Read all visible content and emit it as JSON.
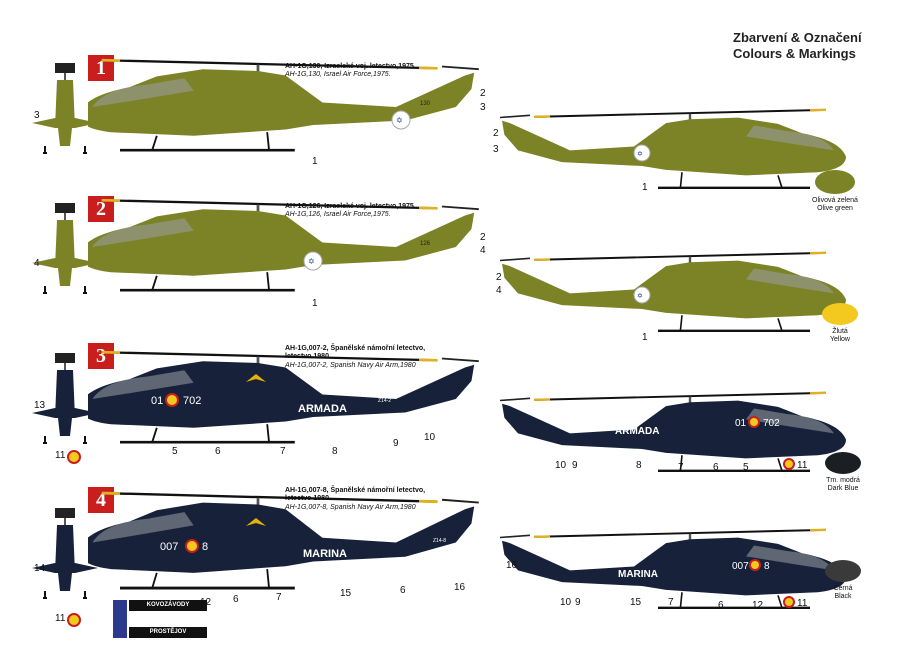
{
  "header": {
    "title_cz": "Zbarvení & Označení",
    "title_en": "Colours & Markings"
  },
  "colors": {
    "olive": "#7c8226",
    "navy": "#17223a",
    "yellow": "#f3c81f",
    "red_badge": "#c81e1e",
    "black": "#3a3a3a",
    "dark_blue": "#1b1f24"
  },
  "profiles": [
    {
      "badge": "1",
      "caption_cz": "AH-1G,130, Izraelské voj. letectvo,1975.",
      "caption_en": "AH-1G,130, Israel Air Force,1975.",
      "tail_code": "130"
    },
    {
      "badge": "2",
      "caption_cz": "AH-1G,126, Izraelské voj. letectvo,1975.",
      "caption_en": "AH-1G,126, Israel Air Force,1975.",
      "tail_code": "126"
    },
    {
      "badge": "3",
      "caption_cz": "AH-1G,007-2, Španělské námořní letectvo,\nletectvo 1980.",
      "caption_en": "AH-1G,007-2, Spanish Navy Air Arm,1980",
      "nose_left": "01",
      "nose_right": "702",
      "boom_text": "ARMADA",
      "tail_code": "Z14-2"
    },
    {
      "badge": "4",
      "caption_cz": "AH-1G,007-8, Španělské námořní letectvo,\nletectvo 1980.",
      "caption_en": "AH-1G,007-8, Spanish Navy Air Arm,1980",
      "nose_left": "007",
      "nose_right": "8",
      "boom_text": "MARINA",
      "tail_code": "Z14-8"
    }
  ],
  "right_views": [
    {
      "nose_left": "01",
      "nose_right": "702",
      "boom_text": "ARMADA"
    },
    {
      "nose_left": "007",
      "nose_right": "8",
      "boom_text": "MARINA"
    }
  ],
  "callouts": {
    "p1": [
      "1",
      "2",
      "3"
    ],
    "p1_front": "3",
    "p2": [
      "1",
      "2",
      "4"
    ],
    "p2_front": "4",
    "p3": [
      "5",
      "6",
      "7",
      "8",
      "9",
      "10"
    ],
    "p3_front": "13",
    "p3_roundel": "11",
    "p4": [
      "12",
      "6",
      "7",
      "15",
      "6",
      "16"
    ],
    "p4_front": "14",
    "p4_roundel": "11",
    "r1": [
      "2",
      "3",
      "1"
    ],
    "r2": [
      "2",
      "4",
      "1"
    ],
    "r3": [
      "10",
      "9",
      "8",
      "7",
      "6",
      "5",
      "11"
    ],
    "r4": [
      "16",
      "10",
      "9",
      "15",
      "7",
      "6",
      "12",
      "11"
    ]
  },
  "swatches": [
    {
      "label": "Olivová zelená\nOlive green",
      "color": "#7c8226"
    },
    {
      "label": "Žlutá\nYellow",
      "color": "#f3c81f"
    },
    {
      "label": "Tm. modrá\nDark Blue",
      "color": "#1b1f24"
    },
    {
      "label": "Černá\nBlack",
      "color": "#3a3a3a"
    }
  ],
  "logo": {
    "line1": "KOVOZÁVODY",
    "line2": "PROSTĚJOV"
  }
}
